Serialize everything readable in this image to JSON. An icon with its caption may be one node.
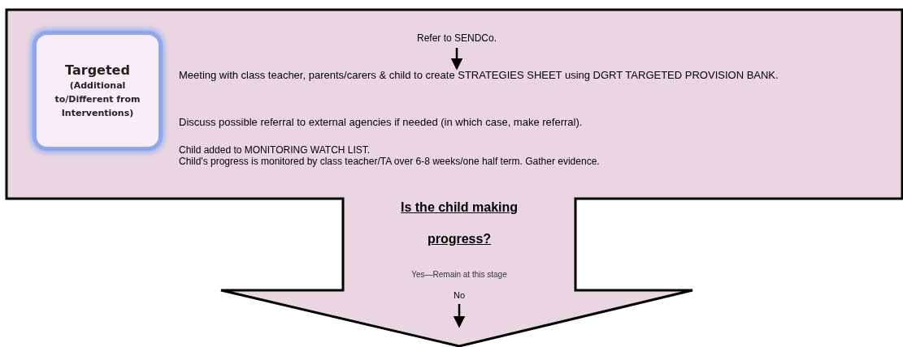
{
  "diagram": {
    "nodes": [
      {
        "text": [
          "Is the child making progress?"
        ]
      },
      {
        "text": [
          "Targeted",
          "(Additional to/Different from Interventions)"
        ],
        "in": 0
      },
      {
        "text": [
          "Refer to SENDCo."
        ],
        "in": 0
      },
      {
        "text": [
          "Meeting with class teacher, parents/carers & child to create STRATEGIES SHEET using DGRT TARGETED PROVISION BANK."
        ],
        "in": 0
      },
      {
        "text": [
          "No"
        ],
        "in": 0
      }
    ],
    "edges": [
      {
        "from": 2,
        "to": 3,
        "arrow": "to"
      },
      {
        "from": 4,
        "to": null,
        "arrow": "to"
      }
    ],
    "labels": [
      "Discuss possible referral to external agencies if needed (in which case, make referral).",
      "Child added to MONITORING WATCH LIST.",
      "Child's progress is monitored by class teacher/TA over 6-8 weeks/one half term. Gather evidence.",
      "Yes—Remain at this stage"
    ]
  }
}
